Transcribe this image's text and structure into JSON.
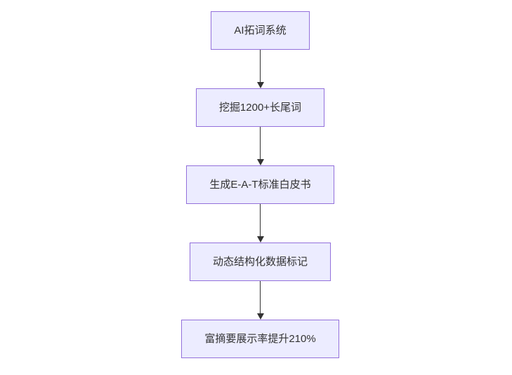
{
  "diagram": {
    "type": "flowchart",
    "direction": "top-down",
    "title": "",
    "nodes": [
      {
        "id": "step-1",
        "label": "AI拓词系统"
      },
      {
        "id": "step-2",
        "label": "挖掘1200+长尾词"
      },
      {
        "id": "step-3",
        "label": "生成E-A-T标准白皮书"
      },
      {
        "id": "step-4",
        "label": "动态结构化数据标记"
      },
      {
        "id": "step-5",
        "label": "富摘要展示率提升210%"
      }
    ],
    "edges": [
      {
        "from": "step-1",
        "to": "step-2",
        "style": "arrow-down"
      },
      {
        "from": "step-2",
        "to": "step-3",
        "style": "arrow-down"
      },
      {
        "from": "step-3",
        "to": "step-4",
        "style": "arrow-down"
      },
      {
        "from": "step-4",
        "to": "step-5",
        "style": "arrow-down"
      }
    ],
    "colors": {
      "node_fill": "#ECECFF",
      "node_border": "#9370DB",
      "node_text": "#333333",
      "arrow": "#333333",
      "background": "#ffffff"
    }
  }
}
